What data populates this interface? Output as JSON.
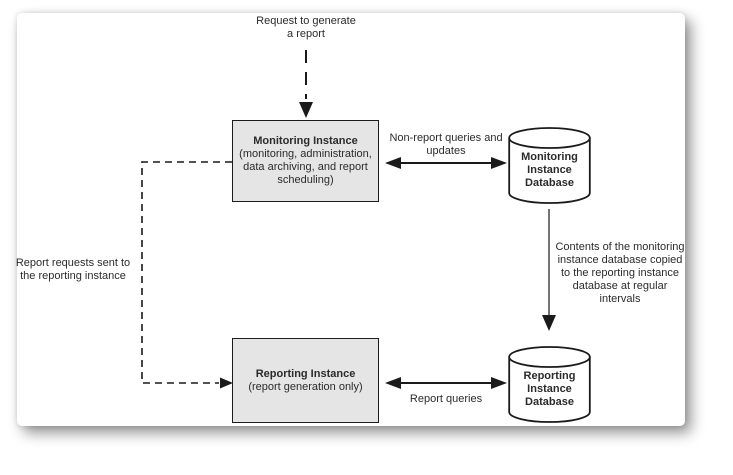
{
  "labels": {
    "request": "Request to generate\na report",
    "non_report": "Non-report queries and\nupdates",
    "contents": "Contents of the monitoring\ninstance database copied\nto the reporting instance\ndatabase at regular\nintervals",
    "report_requests": "Report requests sent to\nthe reporting instance",
    "report_queries": "Report queries"
  },
  "nodes": {
    "monitoring_instance": {
      "title": "Monitoring Instance",
      "subtitle": "(monitoring, administration,\ndata archiving, and report\nscheduling)"
    },
    "reporting_instance": {
      "title": "Reporting Instance",
      "subtitle": "(report generation only)"
    },
    "monitoring_db": {
      "label": "Monitoring\nInstance\nDatabase"
    },
    "reporting_db": {
      "label": "Reporting\nInstance\nDatabase"
    }
  },
  "colors": {
    "box_fill": "#e5e5e5",
    "box_border": "#1c1c1c",
    "line": "#1a1a1a",
    "db_line": "#757575",
    "text": "#2b2b2b",
    "canvas_bg": "#ffffff"
  }
}
